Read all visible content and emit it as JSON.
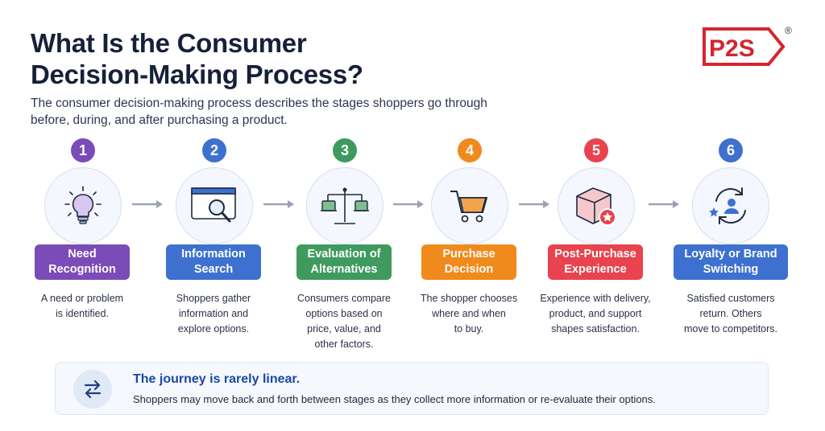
{
  "header": {
    "title_line1": "What Is the Consumer",
    "title_line2": "Decision-Making Process?",
    "subtitle": "The consumer decision-making process describes the stages shoppers go through before, during, and after purchasing a product."
  },
  "logo": {
    "text": "P2S",
    "registered": "®",
    "color": "#d3262f"
  },
  "steps": [
    {
      "number": "1",
      "label_line1": "Need",
      "label_line2": "Recognition",
      "color": "#7b4bb7",
      "icon": "lightbulb-icon",
      "desc": [
        "A need or problem",
        "is identified."
      ]
    },
    {
      "number": "2",
      "label_line1": "Information",
      "label_line2": "Search",
      "color": "#3e70cf",
      "icon": "browser-search-icon",
      "desc": [
        "Shoppers gather",
        "information and",
        "explore options."
      ]
    },
    {
      "number": "3",
      "label_line1": "Evaluation of",
      "label_line2": "Alternatives",
      "color": "#3f9a5f",
      "icon": "balance-scale-icon",
      "desc": [
        "Consumers compare",
        "options based on",
        "price, value, and",
        "other factors."
      ]
    },
    {
      "number": "4",
      "label_line1": "Purchase",
      "label_line2": "Decision",
      "color": "#f08a1c",
      "icon": "shopping-cart-icon",
      "desc": [
        "The shopper chooses",
        "where and when",
        "to buy."
      ]
    },
    {
      "number": "5",
      "label_line1": "Post-Purchase",
      "label_line2": "Experience",
      "color": "#e8434f",
      "icon": "package-star-icon",
      "desc": [
        "Experience with delivery,",
        "product, and support",
        "shapes satisfaction."
      ]
    },
    {
      "number": "6",
      "label_line1": "Loyalty or Brand",
      "label_line2": "Switching",
      "color": "#3e70cf",
      "icon": "loyalty-cycle-icon",
      "desc": [
        "Satisfied customers",
        "return. Others",
        "move to competitors."
      ]
    }
  ],
  "note": {
    "title": "The journey is rarely linear.",
    "text": "Shoppers may move back and forth between stages as they collect more information or re-evaluate their options.",
    "icon": "swap-arrows-icon"
  }
}
